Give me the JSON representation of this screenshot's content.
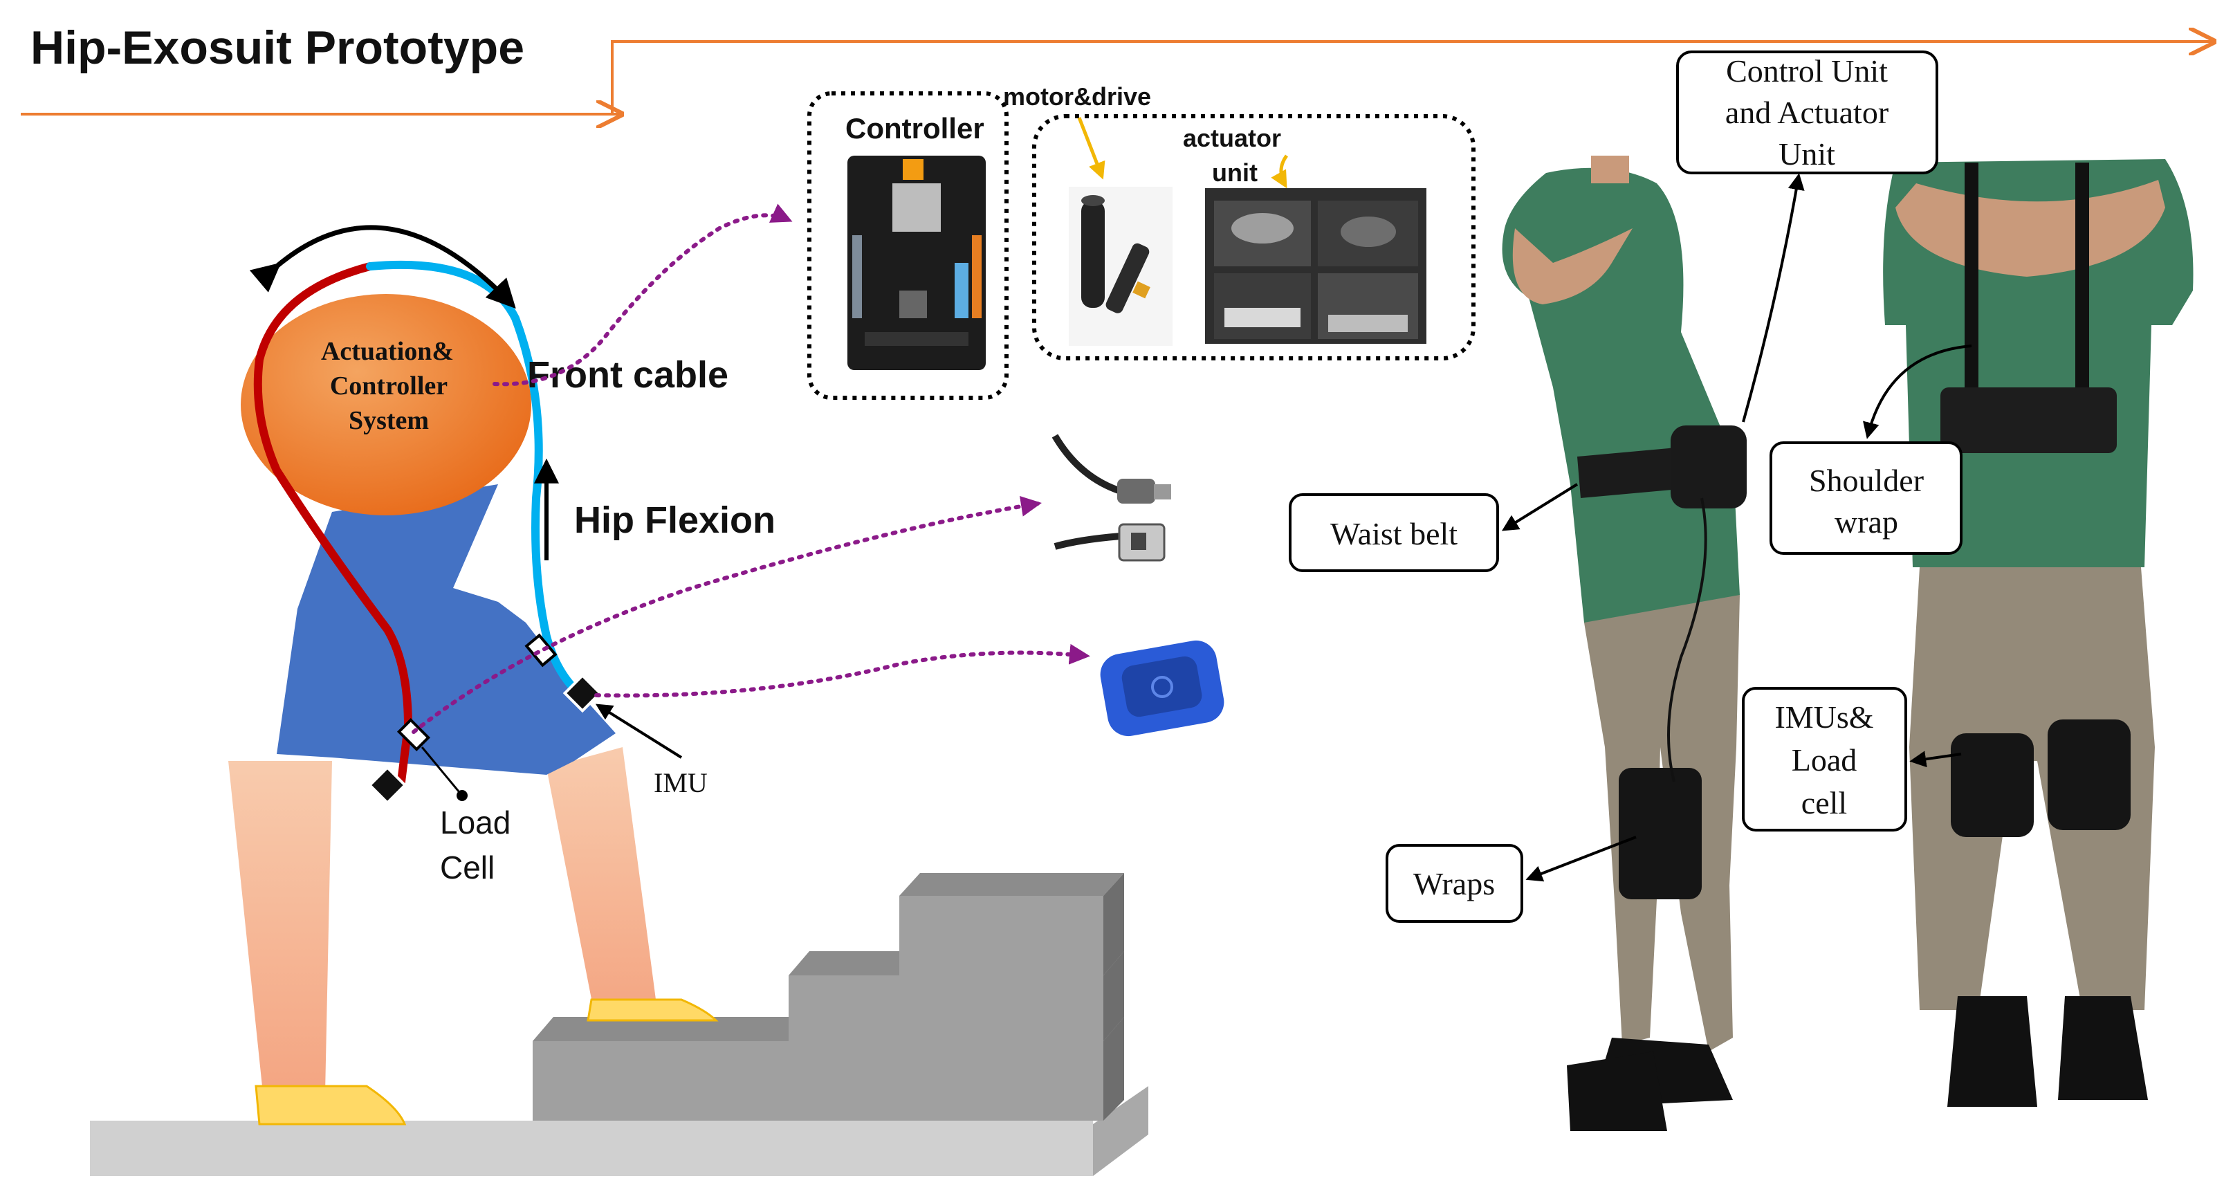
{
  "title": "Hip-Exosuit Prototype",
  "left_diagram": {
    "system_label": "Actuation& Controller System",
    "system_label_lines": [
      "Actuation&",
      "Controller",
      "System"
    ],
    "front_cable_label": "Front cable",
    "hip_flexion_label": "Hip Flexion",
    "load_cell_label": "Load Cell",
    "load_cell_lines": [
      "Load",
      "Cell"
    ],
    "imu_label": "IMU"
  },
  "component_photos": {
    "controller_label": "Controller",
    "motor_drive_label": "motor&drive",
    "actuator_unit_label": "actuator unit",
    "actuator_unit_lines": [
      "actuator",
      "unit"
    ]
  },
  "right_photo_callouts": {
    "control_actuator_unit": "Control Unit and Actuator Unit",
    "control_actuator_unit_lines": [
      "Control Unit",
      "and Actuator",
      "Unit"
    ],
    "waist_belt": "Waist belt",
    "shoulder_wrap": "Shoulder wrap",
    "shoulder_wrap_lines": [
      "Shoulder",
      "wrap"
    ],
    "imus_load_cell": "IMUs& Load cell",
    "imus_load_cell_lines": [
      "IMUs&",
      "Load",
      "cell"
    ],
    "wraps": "Wraps"
  },
  "colors": {
    "title_line": "#ed7d31",
    "actuation_system": "#ed7d31",
    "rear_cable": "#c00000",
    "front_cable": "#00b0f0",
    "body_shorts": "#4472c4",
    "skin": "#f4b183",
    "shoe": "#ffd966",
    "stairs": "#a6a6a6",
    "dotted_link": "#8b1a89",
    "photo_arrow": "#f2b705",
    "shirt": "#3e7d5e",
    "pants": "#948a79"
  }
}
